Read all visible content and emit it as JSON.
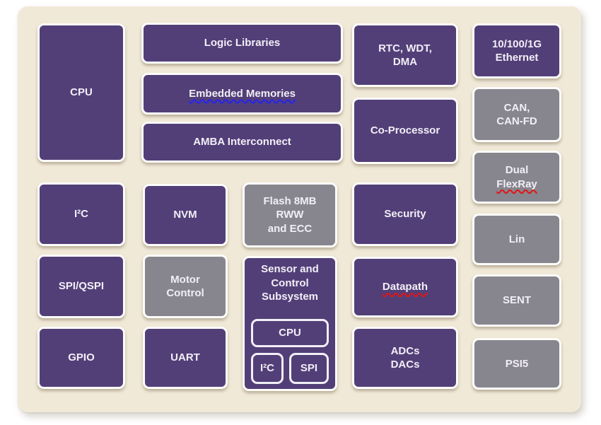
{
  "colors": {
    "block_purple": "#523f78",
    "block_gray": "#87868f",
    "panel_background": "#f1e9d8",
    "block_border": "#fdfdfb",
    "label_text": "#f2eef6",
    "spellcheck_underline_blue": "#2525f0",
    "spellcheck_underline_red": "#e21414"
  },
  "blocks": {
    "cpu": "CPU",
    "logic_libraries": "Logic Libraries",
    "embedded_memories": "Embedded Memories",
    "amba_interconnect": "AMBA Interconnect",
    "rtc_wdt_dma": "RTC, WDT,\nDMA",
    "co_processor": "Co-Processor",
    "ethernet": "10/100/1G\nEthernet",
    "can": "CAN,\nCAN-FD",
    "dual_flexray_line1": "Dual",
    "dual_flexray_line2": "FlexRay",
    "i2c": "I²C",
    "nvm": "NVM",
    "flash": "Flash 8MB\nRWW\nand ECC",
    "security": "Security",
    "spi_qspi": "SPI/QSPI",
    "motor_control": "Motor\nControl",
    "sensor_subsystem": "Sensor and\nControl\nSubsystem",
    "sensor_cpu": "CPU",
    "sensor_i2c": "I²C",
    "sensor_spi": "SPI",
    "datapath": "Datapath",
    "gpio": "GPIO",
    "uart": "UART",
    "adcs_dacs": "ADCs\nDACs",
    "lin": "Lin",
    "sent": "SENT",
    "psi5": "PSI5"
  }
}
